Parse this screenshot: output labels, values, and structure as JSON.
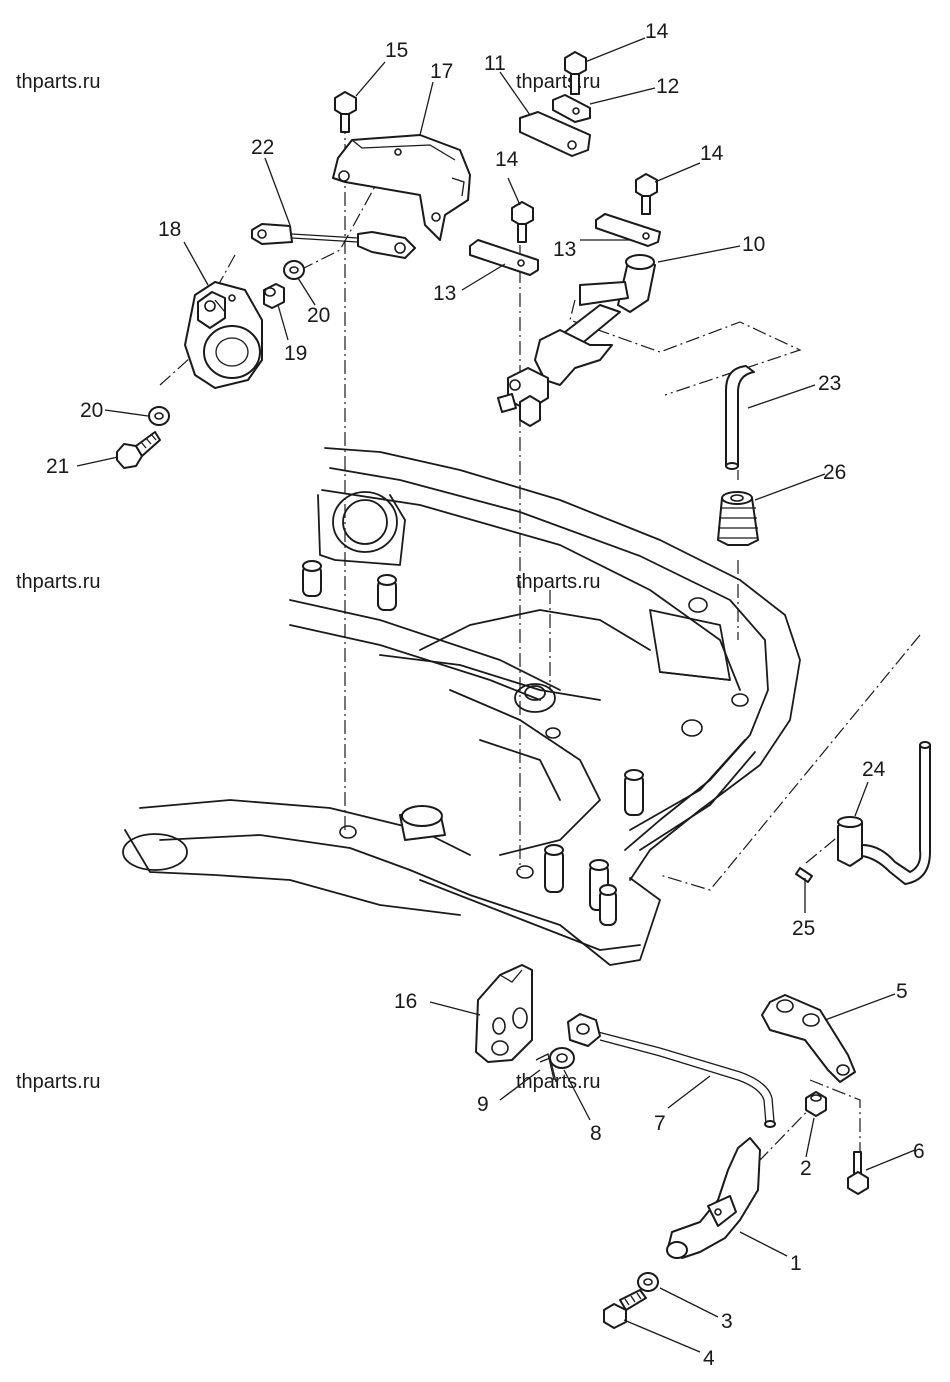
{
  "watermark": "thparts.ru",
  "callouts": {
    "c1": "1",
    "c2": "2",
    "c3": "3",
    "c4": "4",
    "c5": "5",
    "c6": "6",
    "c7": "7",
    "c8": "8",
    "c9": "9",
    "c10": "10",
    "c11": "11",
    "c12": "12",
    "c13a": "13",
    "c13b": "13",
    "c14a": "14",
    "c14b": "14",
    "c14c": "14",
    "c15": "15",
    "c16": "16",
    "c17": "17",
    "c18": "18",
    "c19": "19",
    "c20a": "20",
    "c20b": "20",
    "c21": "21",
    "c22": "22",
    "c23": "23",
    "c24": "24",
    "c25": "25",
    "c26": "26"
  }
}
